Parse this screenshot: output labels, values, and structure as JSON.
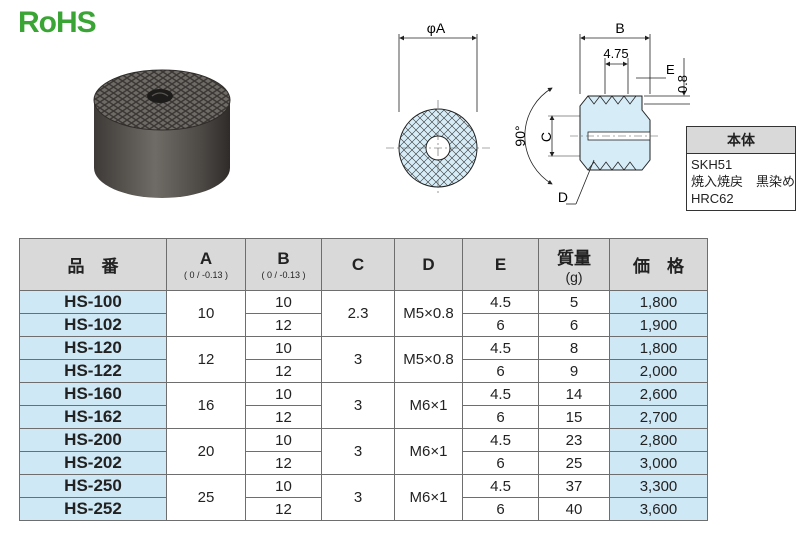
{
  "logo": "RoHS",
  "drawing": {
    "dim_a": "φA",
    "dim_b": "B",
    "dim_475": "4.75",
    "dim_e": "E",
    "dim_08": "0.8",
    "dim_c": "C",
    "dim_d": "D",
    "angle": "90°"
  },
  "material": {
    "title": "本体",
    "lines": [
      "SKH51",
      "焼入焼戻　黒染め",
      "HRC62"
    ]
  },
  "table": {
    "headers": {
      "part_no": "品　番",
      "a": "A",
      "a_tol": "( 0 / -0.13 )",
      "b": "B",
      "b_tol": "( 0 / -0.13 )",
      "c": "C",
      "d": "D",
      "e": "E",
      "mass": "質量",
      "mass_unit": "(g)",
      "price": "価　格"
    },
    "groups": [
      {
        "a": "10",
        "c": "2.3",
        "d": "M5×0.8",
        "rows": [
          {
            "code": "HS-100",
            "b": "10",
            "e": "4.5",
            "mass": "5",
            "price": "1,800"
          },
          {
            "code": "HS-102",
            "b": "12",
            "e": "6",
            "mass": "6",
            "price": "1,900"
          }
        ]
      },
      {
        "a": "12",
        "c": "3",
        "d": "M5×0.8",
        "rows": [
          {
            "code": "HS-120",
            "b": "10",
            "e": "4.5",
            "mass": "8",
            "price": "1,800"
          },
          {
            "code": "HS-122",
            "b": "12",
            "e": "6",
            "mass": "9",
            "price": "2,000"
          }
        ]
      },
      {
        "a": "16",
        "c": "3",
        "d": "M6×1",
        "rows": [
          {
            "code": "HS-160",
            "b": "10",
            "e": "4.5",
            "mass": "14",
            "price": "2,600"
          },
          {
            "code": "HS-162",
            "b": "12",
            "e": "6",
            "mass": "15",
            "price": "2,700"
          }
        ]
      },
      {
        "a": "20",
        "c": "3",
        "d": "M6×1",
        "rows": [
          {
            "code": "HS-200",
            "b": "10",
            "e": "4.5",
            "mass": "23",
            "price": "2,800"
          },
          {
            "code": "HS-202",
            "b": "12",
            "e": "6",
            "mass": "25",
            "price": "3,000"
          }
        ]
      },
      {
        "a": "25",
        "c": "3",
        "d": "M6×1",
        "rows": [
          {
            "code": "HS-250",
            "b": "10",
            "e": "4.5",
            "mass": "37",
            "price": "3,300"
          },
          {
            "code": "HS-252",
            "b": "12",
            "e": "6",
            "mass": "40",
            "price": "3,600"
          }
        ]
      }
    ]
  }
}
